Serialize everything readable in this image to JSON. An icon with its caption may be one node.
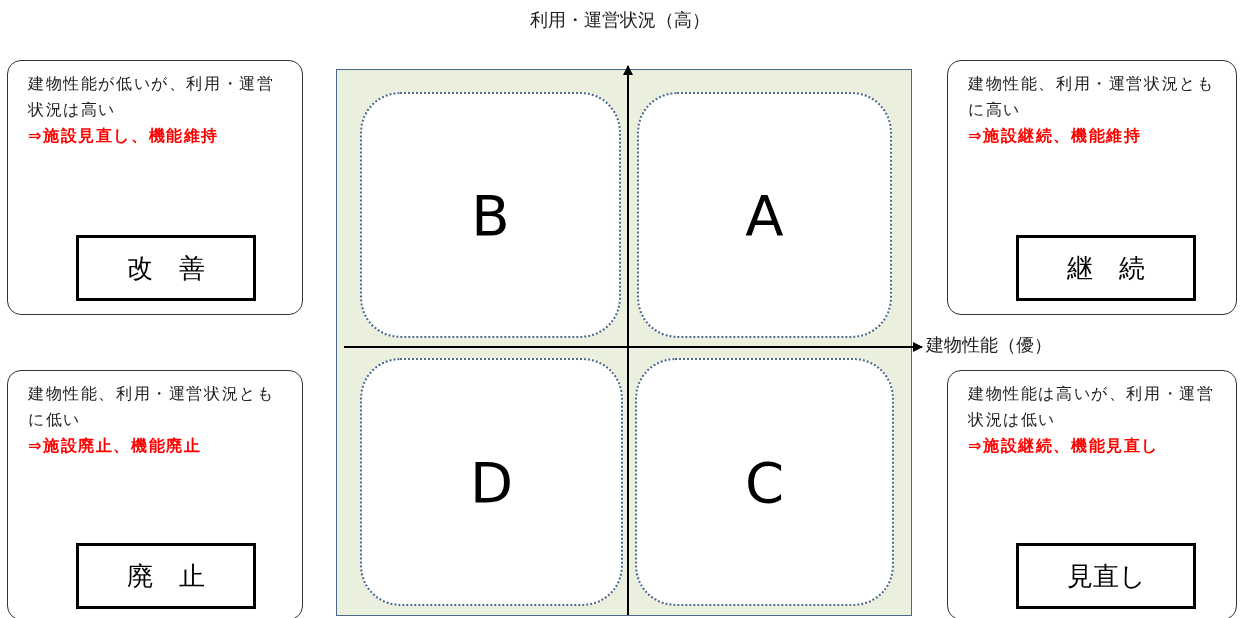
{
  "diagram": {
    "nodes": [
      {
        "text": [
          "建物性能が低いが、利用・運営状況は高い",
          "⇒施設見直し、機能維持"
        ]
      },
      {
        "text": [
          "改　善"
        ],
        "in": 0
      },
      {
        "text": [],
        "shape": "box"
      },
      {
        "text": [
          "B"
        ],
        "in": 2
      },
      {
        "text": [
          "A"
        ],
        "in": 2
      },
      {
        "text": [
          "D"
        ],
        "in": 2
      },
      {
        "text": [
          "C"
        ],
        "in": 2
      },
      {
        "text": [
          "建物性能、利用・運営状況ともに高い",
          "⇒施設継続、機能維持"
        ]
      },
      {
        "text": [
          "継　続"
        ],
        "in": 7
      },
      {
        "text": [
          "建物性能、利用・運営状況ともに低い",
          "⇒施設廃止、機能廃止"
        ]
      },
      {
        "text": [
          "廃　止"
        ],
        "in": 9
      },
      {
        "text": [
          "建物性能は高いが、利用・運営状況は低い",
          "⇒施設継続、機能見直し"
        ]
      },
      {
        "text": [
          "見直し"
        ],
        "in": 11
      }
    ],
    "edges": [],
    "labels": [
      "利用・運営状況（高）",
      "建物性能（優）"
    ]
  }
}
